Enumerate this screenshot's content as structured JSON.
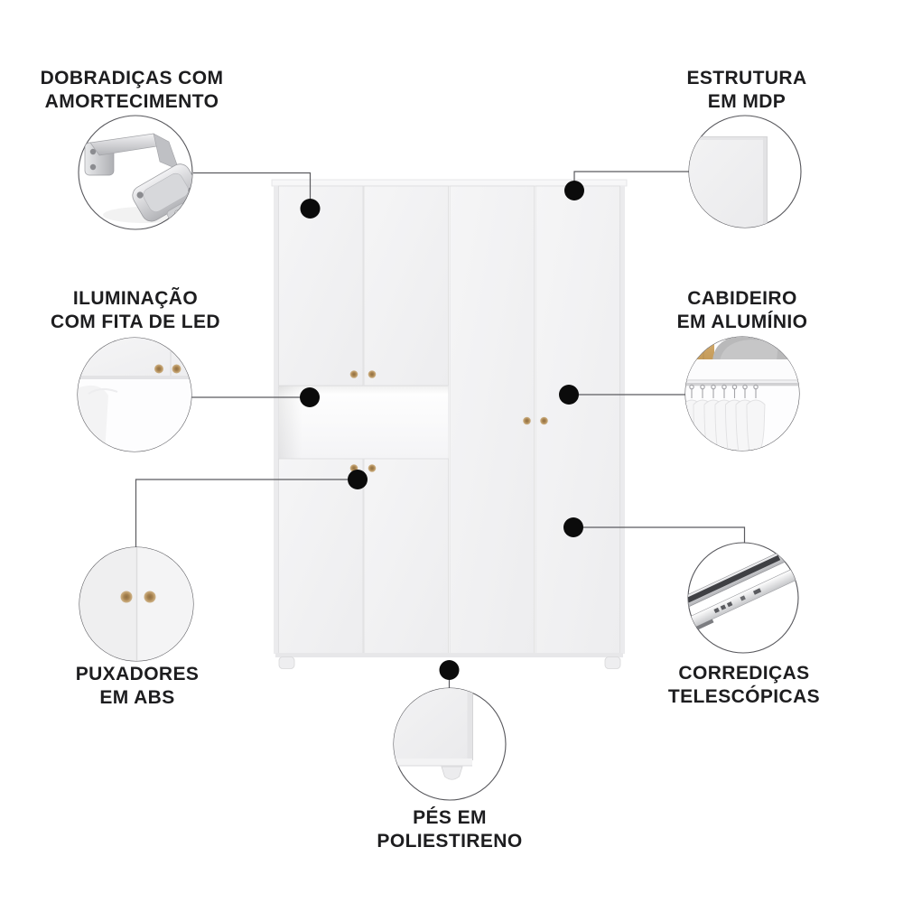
{
  "title": "wardrobe-features-infographic",
  "callouts": {
    "hinges": {
      "label": "DOBRADIÇAS COM\nAMORTECIMENTO",
      "icon": "soft-close-hinge-photo"
    },
    "structure": {
      "label": "ESTRUTURA\nEM MDP",
      "icon": "mdp-panel-corner-photo"
    },
    "led": {
      "label": "ILUMINAÇÃO\nCOM FITA DE LED",
      "icon": "led-lit-niche-photo"
    },
    "rail": {
      "label": "CABIDEIRO\nEM ALUMÍNIO",
      "icon": "aluminum-hanger-rail-photo"
    },
    "knobs": {
      "label": "PUXADORES\nEM ABS",
      "icon": "abs-knobs-photo"
    },
    "slides": {
      "label": "CORREDIÇAS\nTELESCÓPICAS",
      "icon": "telescopic-slides-photo"
    },
    "feet": {
      "label": "PÉS EM\nPOLIESTIRENO",
      "icon": "polystyrene-foot-photo"
    }
  },
  "colors": {
    "text": "#1d1d1f",
    "leader_line": "#5b5b5f",
    "callout_dot": "#0b0b0b",
    "wardrobe_body": "#f1f1f2",
    "knob": "#b48c57"
  }
}
